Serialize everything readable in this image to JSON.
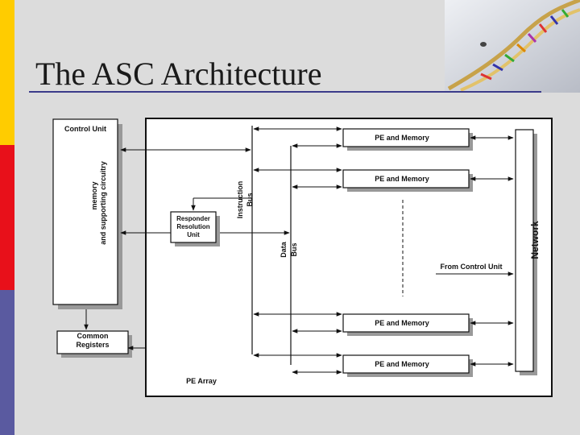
{
  "title": "The ASC Architecture",
  "diagram": {
    "control_unit": "Control Unit",
    "cu_memory_line1": "memory",
    "cu_memory_line2": "and supporting circuitry",
    "instruction_bus_line1": "Instruction",
    "instruction_bus_line2": "Bus",
    "responder_line1": "Responder",
    "responder_line2": "Resolution",
    "responder_line3": "Unit",
    "data_bus_line1": "Data",
    "data_bus_line2": "Bus",
    "pe_memory": [
      "PE and Memory",
      "PE and Memory",
      "PE and Memory",
      "PE and Memory"
    ],
    "from_control_unit": "From Control Unit",
    "network": "Network",
    "common_registers_line1": "Common",
    "common_registers_line2": "Registers",
    "pe_array": "PE Array"
  },
  "colors": {
    "stripe_top": "#ffcc00",
    "stripe_middle": "#e8101a",
    "stripe_bottom": "#5a5aa0",
    "title_rule": "#3b3b8a",
    "background": "#dcdcdc"
  },
  "icons": [
    "dna-helix-image"
  ]
}
